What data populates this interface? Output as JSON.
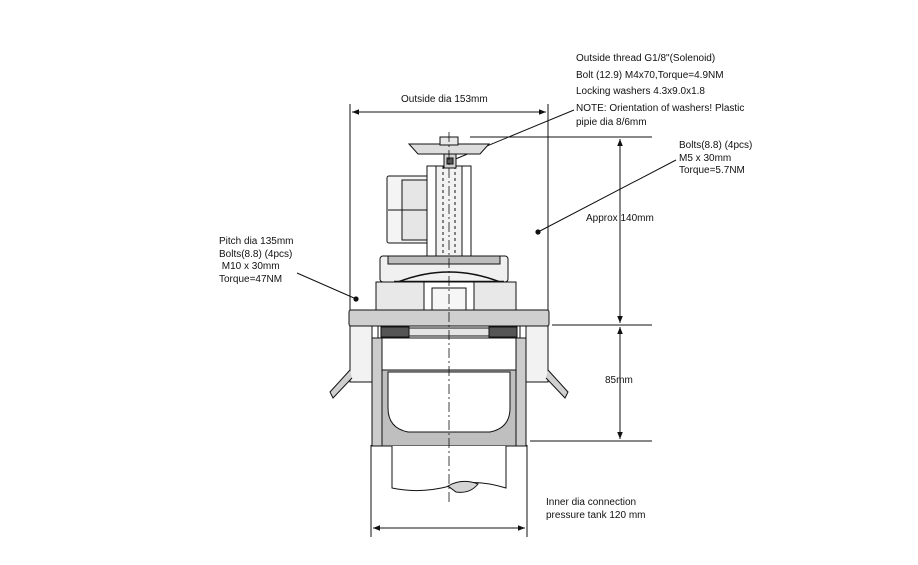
{
  "solenoid_note": {
    "lines": [
      "Outside thread G1/8\"(Solenoid)",
      "Bolt (12.9) M4x70,Torque=4.9NM",
      "Locking washers 4.3x9.0x1.8",
      "NOTE: Orientation of washers! Plastic",
      "pipie dia 8/6mm"
    ]
  },
  "outside_dia": "Outside dia 153mm",
  "upper_bolts": {
    "lines": [
      "Bolts(8.8) (4pcs)",
      "M5 x 30mm",
      "Torque=5.7NM"
    ]
  },
  "approx_height": "Approx 140mm",
  "pitch_note": {
    "lines": [
      "Pitch dia 135mm",
      "Bolts(8.8) (4pcs)",
      " M10 x 30mm",
      "Torque=47NM"
    ]
  },
  "lower_height": "85mm",
  "inner_dia": {
    "lines": [
      "Inner dia connection",
      "pressure tank 120 mm"
    ]
  }
}
